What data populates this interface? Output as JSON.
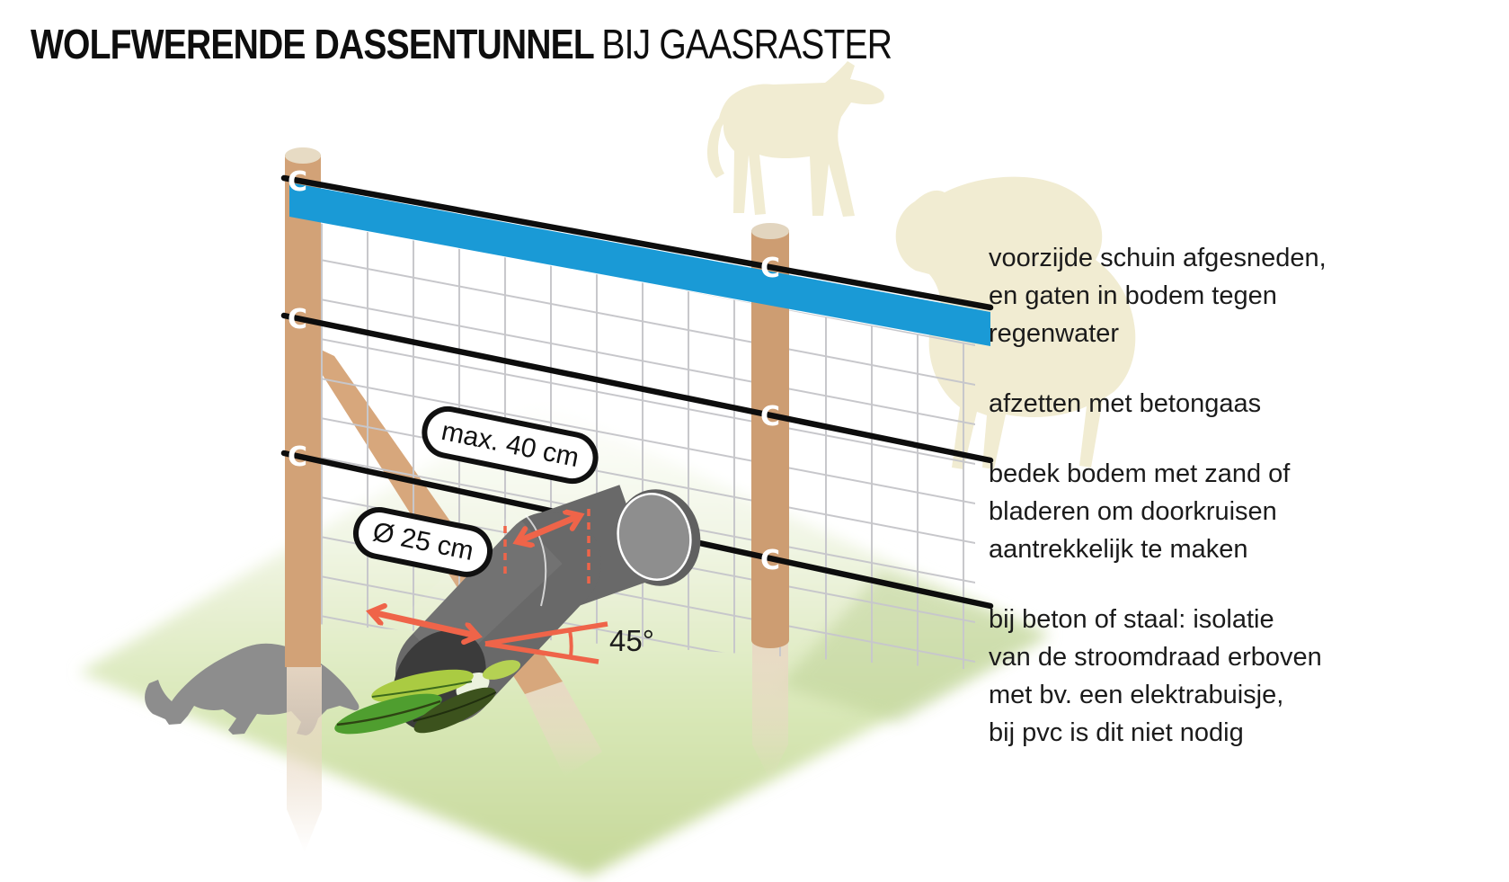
{
  "title": {
    "bold": "WOLFWERENDE DASSENTUNNEL",
    "regular": "BIJ GAASRASTER"
  },
  "notes": [
    [
      "voorzijde schuin afgesneden,",
      "en gaten in bodem tegen",
      "regenwater"
    ],
    [
      "afzetten met betongaas"
    ],
    [
      "bedek bodem met zand of",
      "bladeren om doorkruisen",
      "aantrekkelijk te maken"
    ],
    [
      "bij beton of staal: isolatie",
      "van de stroomdraad erboven",
      "met bv. een elektrabuisje,",
      "bij pvc is dit niet nodig"
    ]
  ],
  "measurements": {
    "tunnel_gap": "max. 40 cm",
    "diameter": "Ø 25 cm",
    "angle": "45°"
  },
  "diagram": {
    "insulator_glyph": "C"
  },
  "colors": {
    "tape_blue": "#1a9ad6",
    "accent_orange": "#ef6449",
    "wire_black": "#0d0d0d",
    "post_brown": "#d2a277",
    "mesh_grey": "#c7c7cb",
    "ground_green": "#cfe2a8",
    "tunnel_grey": "#696969",
    "tunnel_opening_dark": "#3b3b3b",
    "silhouette_cream": "#f1ecd2",
    "badger_grey": "#8d8d8d",
    "leaf_green": "#4f9e2f"
  }
}
